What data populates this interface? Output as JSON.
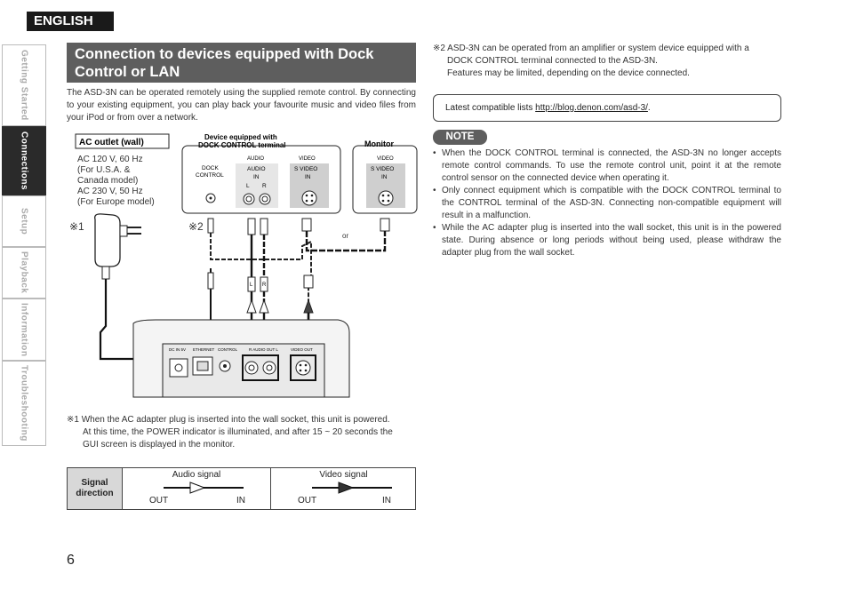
{
  "header": {
    "language_tab": "ENGLISH"
  },
  "sidebar": {
    "tabs": [
      {
        "label": "Getting Started",
        "active": false
      },
      {
        "label": "Connections",
        "active": true
      },
      {
        "label": "Setup",
        "active": false
      },
      {
        "label": "Playback",
        "active": false
      },
      {
        "label": "Information",
        "active": false
      },
      {
        "label": "Troubleshooting",
        "active": false
      }
    ]
  },
  "section": {
    "title": "Connection to devices equipped with Dock Control or LAN",
    "intro": "The ASD-3N can be operated remotely using the supplied remote control. By connecting to your existing equipment, you can play back your favourite music and video files from your iPod or from over a network."
  },
  "diagram": {
    "ac_outlet_label": "AC outlet (wall)",
    "ac_spec_lines": [
      "AC 120 V, 60 Hz",
      "(For U.S.A. &",
      "Canada model)",
      "AC 230 V, 50 Hz",
      "(For Europe model)"
    ],
    "mark1": "※1",
    "mark2": "※2",
    "device_title_line1": "Device equipped with",
    "device_title_line2": "DOCK CONTROL terminal",
    "monitor_title": "Monitor",
    "dock_control": [
      "DOCK",
      "CONTROL"
    ],
    "audio_group": "AUDIO",
    "audio_in": [
      "AUDIO",
      "IN"
    ],
    "lr": [
      "L",
      "R"
    ],
    "video_group": "VIDEO",
    "svideo_in": [
      "S VIDEO",
      "IN"
    ],
    "or_text": "or",
    "rear_labels": [
      "DC IN 5V",
      "ETHERNET",
      "CONTROL",
      "R  AUDIO  OUT  L",
      "VIDEO  OUT"
    ],
    "plug_tags": [
      "L",
      "R"
    ]
  },
  "footnotes": {
    "fn1_lines": [
      "※1  When the AC adapter plug is inserted into the wall socket, this unit is powered.",
      "At this time, the POWER indicator is illuminated, and after 15 ~ 20 seconds the",
      "GUI screen is displayed in the monitor."
    ],
    "fn2_lines": [
      "※2  ASD-3N can be operated from an amplifier or system device equipped with a",
      "DOCK CONTROL terminal connected to the ASD-3N.",
      "Features may be limited, depending on the device connected."
    ]
  },
  "compat": {
    "prefix": "Latest compatible lists ",
    "link": "http://blog.denon.com/asd-3/",
    "suffix": "."
  },
  "note": {
    "label": "NOTE",
    "items": [
      "When the DOCK CONTROL terminal is connected, the ASD-3N no longer accepts remote control commands. To use the remote control unit, point it at the remote control sensor on the connected device when operating it.",
      "Only connect equipment which is compatible with the DOCK CONTROL terminal to the CONTROL terminal of the ASD-3N. Connecting non-compatible equipment will result in a malfunction.",
      "While the AC adapter plug is inserted into the wall socket, this unit is in the powered state. During absence or long periods without being used, please withdraw the adapter plug from the wall socket."
    ]
  },
  "signal_table": {
    "label_line1": "Signal",
    "label_line2": "direction",
    "audio": {
      "head": "Audio signal",
      "out": "OUT",
      "in": "IN"
    },
    "video": {
      "head": "Video signal",
      "out": "OUT",
      "in": "IN"
    }
  },
  "page": {
    "number": "6"
  }
}
